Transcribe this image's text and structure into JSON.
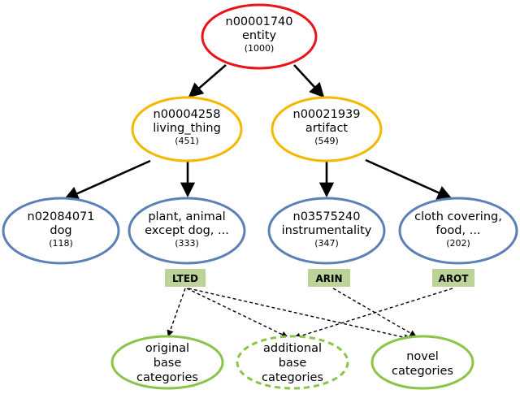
{
  "colors": {
    "root": "#e8141b",
    "level1": "#f5b800",
    "level2": "#5b80b5",
    "output": "#8cc34a",
    "tag_bg": "#bcd39a",
    "edge": "#000000"
  },
  "nodes": {
    "entity": {
      "id": "n00001740",
      "name": "entity",
      "count": "(1000)"
    },
    "living_thing": {
      "id": "n00004258",
      "name": "living_thing",
      "count": "(451)"
    },
    "artifact": {
      "id": "n00021939",
      "name": "artifact",
      "count": "(549)"
    },
    "dog": {
      "id": "n02084071",
      "name": "dog",
      "count": "(118)"
    },
    "plant": {
      "line1": "plant, animal",
      "line2": "except dog, ...",
      "count": "(333)"
    },
    "instrumentality": {
      "id": "n03575240",
      "name": "instrumentality",
      "count": "(347)"
    },
    "cloth": {
      "line1": "cloth covering,",
      "line2": "food, ...",
      "count": "(202)"
    }
  },
  "tags": {
    "lted": "LTED",
    "arin": "ARIN",
    "arot": "AROT"
  },
  "outputs": {
    "original": {
      "line1": "original",
      "line2": "base",
      "line3": "categories"
    },
    "additional": {
      "line1": "additional",
      "line2": "base",
      "line3": "categories"
    },
    "novel": {
      "line1": "novel",
      "line2": "categories"
    }
  }
}
